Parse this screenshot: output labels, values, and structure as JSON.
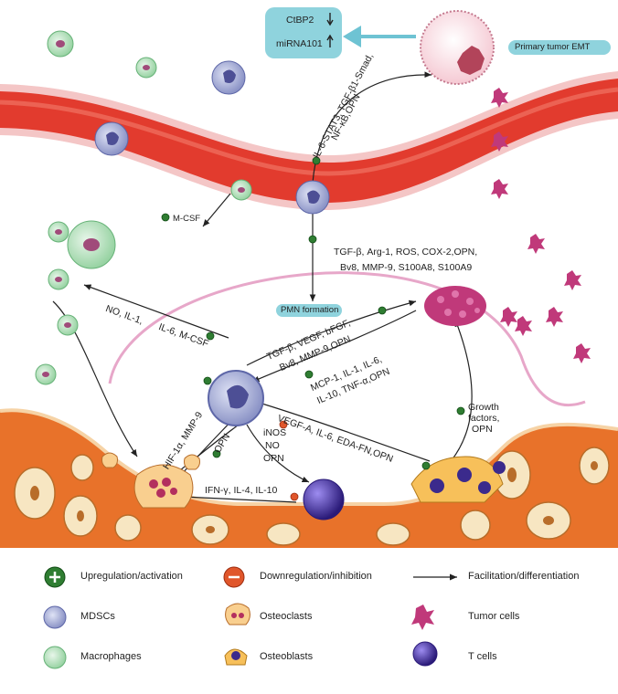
{
  "top": {
    "box_line1": "CtBP2",
    "box_line2": "miRNA101",
    "primary_label": "Primary tumor EMT"
  },
  "labels": {
    "il6_stat3": "IL-6-STAT3, TGF-β1-Smad,",
    "nfkb": "NF-κB,OPN",
    "mcsf": "M-CSF",
    "tgf_line1": "TGF-β, Arg-1, ROS, COX-2,OPN,",
    "tgf_line2": "Bv8, MMP-9, S100A8, S100A9",
    "pmn": "PMN formation",
    "no_il1": "NO, IL-1,",
    "il6_mcsf": "IL-6, M-CSF",
    "tgf_vegf_1": "TGF-β, VEGF, bFGF,",
    "tgf_vegf_2": "Bv8, MMP-9,OPN",
    "mcp_1": "MCP-1, IL-1, IL-6,",
    "mcp_2": "IL-10, TNF-α,OPN",
    "growth_1": "Growth",
    "growth_2": "factors,",
    "growth_3": "OPN",
    "vegfa": "VEGF-A, IL-6, EDA-FN,OPN",
    "hif": "HIF-1α, MMP-9",
    "opn": "OPN",
    "inos": "iNOS",
    "no": "NO",
    "opn2": "OPN",
    "ifn": "IFN-γ, IL-4, IL-10"
  },
  "legend": {
    "upregulation": "Upregulation/activation",
    "downregulation": "Downregulation/inhibition",
    "facilitation": "Facilitation/differentiation",
    "mdscs": "MDSCs",
    "osteoclasts": "Osteoclasts",
    "tumor_cells": "Tumor cells",
    "macrophages": "Macrophages",
    "osteoblasts": "Osteoblasts",
    "t_cells": "T cells"
  },
  "colors": {
    "vessel": "#e23b2e",
    "bone": "#e8722a",
    "up_green": "#2f7d32",
    "down_orange": "#e0562b",
    "mdsc": "#9aa3cf",
    "macrophage": "#bfe2c4",
    "tumor": "#c0397a",
    "tcell": "#3b2a8c",
    "box": "#8fd3dd"
  }
}
